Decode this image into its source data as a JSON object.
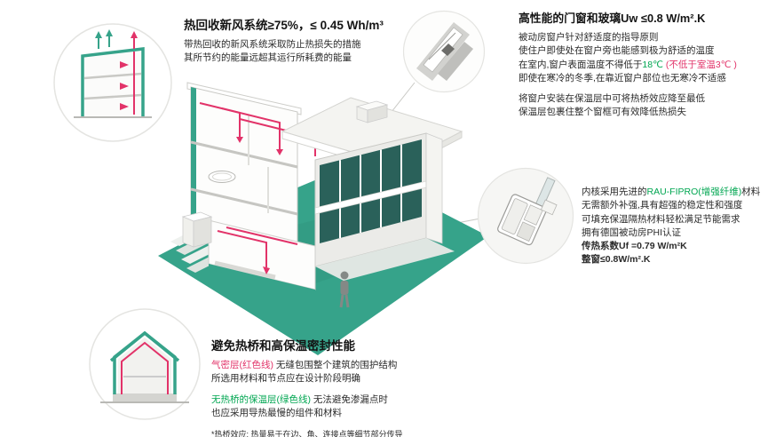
{
  "colors": {
    "teal": "#36a38a",
    "red": "#e23369",
    "green": "#00a651",
    "glass": "#2a615a",
    "text": "#222222"
  },
  "callouts": {
    "hrv": {
      "title": "热回收新风系统≥75%，≤ 0.45 Wh/m³",
      "line1": "带热回收的新风系统采取防止热损失的措施",
      "line2": "其所节约的能量远超其运行所耗费的能量"
    },
    "window": {
      "title": "高性能的门窗和玻璃Uw ≤0.8 W/m².K",
      "line1": "被动房窗户针对舒适度的指导原则",
      "line2": "使住户即使处在窗户旁也能感到极为舒适的温度",
      "line3_black": "在室内,窗户表面温度不得低于",
      "line3_green": "18℃",
      "line3_red": " (不低于室温3℃ )",
      "line4": "即使在寒冷的冬季,在靠近窗户部位也无寒冷不适感",
      "line5": "将窗户安装在保温层中可将热桥效应降至最低",
      "line6": "保温层包裹住整个窗框可有效降低热损失"
    },
    "profile": {
      "line1_pre": "内核采用先进的",
      "line1_green": "RAU-FIPRO(增强纤维)",
      "line1_post": "材料",
      "line2": "无需额外补强,具有超强的稳定性和强度",
      "line3": "可填充保温隔热材料轻松满足节能需求",
      "line4": "拥有德国被动房PHI认证",
      "uf_value": "传热系数Uf =0.79 W/m²K",
      "uw_value": "整窗≤0.8W/m².K"
    },
    "thermal": {
      "title": "避免热桥和高保温密封性能",
      "airtight_label": "气密层(红色线)",
      "airtight_text": " 无缝包围整个建筑的围护结构",
      "line2": "所选用材料和节点应在设计阶段明确",
      "insulation_label": "无热桥的保温层(绿色线)",
      "insulation_text": " 无法避免渗漏点时",
      "line4": "也应采用导热最慢的组件和材料",
      "footnote": "*热桥效应: 热量易于在边、角、连接点等细节部分传导"
    }
  }
}
